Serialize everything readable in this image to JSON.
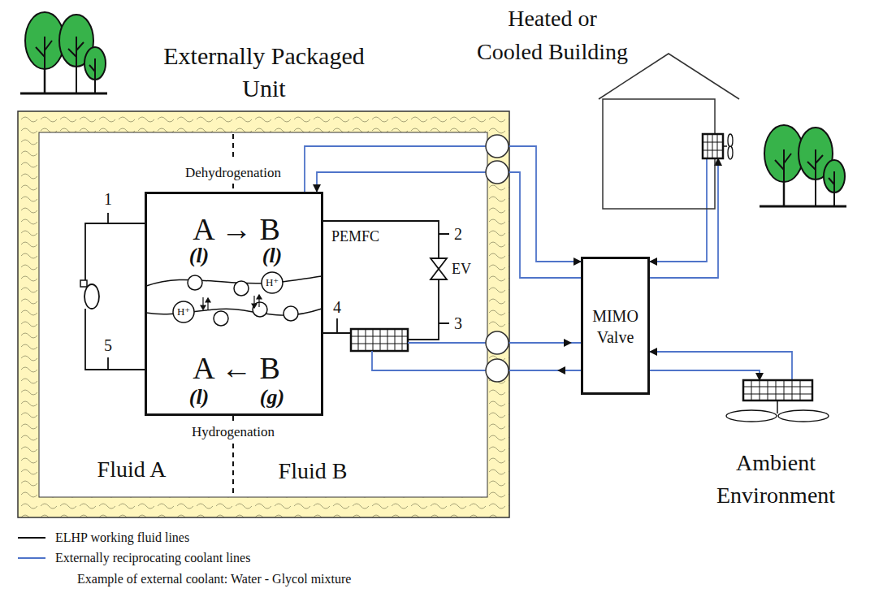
{
  "diagram": {
    "nodes": [
      {
        "text": [
          "Externally Packaged Unit"
        ]
      },
      {
        "text": [
          "A → B",
          "(l)",
          "(l)",
          "A ← B",
          "(l)",
          "(g)"
        ],
        "in": 0
      },
      {
        "text": [
          "MIMO Valve"
        ]
      },
      {
        "text": [
          "Heated or Cooled Building"
        ]
      },
      {
        "text": [
          "Ambient Environment"
        ]
      }
    ],
    "edges": [
      {
        "from": 1,
        "to": 2,
        "arrow": "to"
      },
      {
        "from": 2,
        "to": 1,
        "arrow": "to"
      },
      {
        "from": 3,
        "to": 2,
        "arrow": "to"
      },
      {
        "from": 2,
        "to": 3,
        "arrow": "to"
      },
      {
        "from": 4,
        "to": 2,
        "arrow": "to"
      },
      {
        "from": 2,
        "to": 4,
        "arrow": "to"
      }
    ],
    "labels": [
      "Dehydrogenation",
      "Hydrogenation",
      "Fluid A",
      "Fluid B",
      "PEMFC",
      "EV",
      "1",
      "2",
      "3",
      "4",
      "5",
      "H⁺",
      "H⁺",
      "Example of external coolant: Water - Glycol mixture"
    ],
    "legend": [
      {
        "text": "ELHP working fluid lines"
      },
      {
        "text": "Externally reciprocating coolant lines"
      }
    ]
  }
}
